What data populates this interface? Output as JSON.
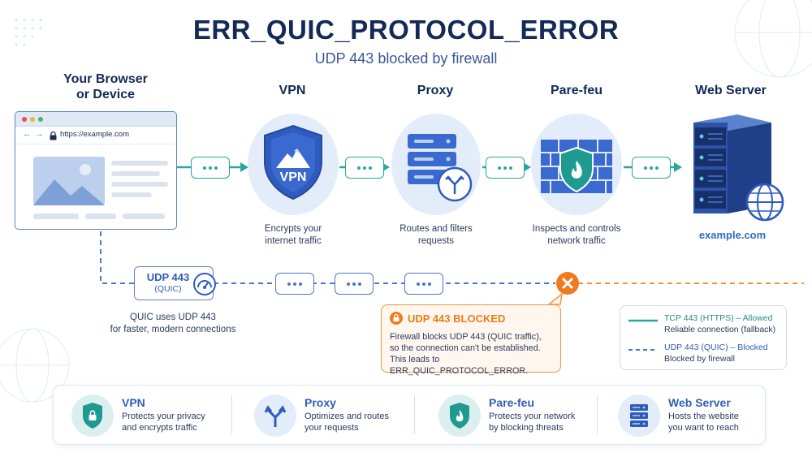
{
  "header": {
    "title": "ERR_QUIC_PROTOCOL_ERROR",
    "subtitle": "UDP 443 blocked by firewall"
  },
  "nodes": {
    "browser": {
      "title": "Your Browser or Device",
      "url": "https://example.com"
    },
    "vpn": {
      "title": "VPN",
      "badge": "VPN",
      "desc_line1": "Encrypts your",
      "desc_line2": "internet traffic"
    },
    "proxy": {
      "title": "Proxy",
      "desc_line1": "Routes and filters",
      "desc_line2": "requests"
    },
    "firewall": {
      "title": "Pare-feu",
      "desc_line1": "Inspects and controls",
      "desc_line2": "network traffic"
    },
    "server": {
      "title": "Web Server",
      "domain": "example.com"
    }
  },
  "quic_path": {
    "label_main": "UDP 443",
    "label_sub": "(QUIC)",
    "note_line1": "QUIC uses UDP 443",
    "note_line2": "for faster, modern connections"
  },
  "blocked": {
    "title": "UDP 443 BLOCKED",
    "line1": "Firewall blocks UDP 443 (QUIC traffic),",
    "line2": "so the connection can't be established.",
    "line3": "This leads to ERR_QUIC_PROTOCOL_ERROR."
  },
  "legend": {
    "tcp_label": "TCP 443 (HTTPS) – Allowed",
    "tcp_desc": "Reliable connection (fallback)",
    "udp_label": "UDP 443 (QUIC) – Blocked",
    "udp_desc": "Blocked by firewall"
  },
  "cards": [
    {
      "title": "VPN",
      "line1": "Protects your privacy",
      "line2": "and encrypts traffic",
      "icon": "shield-lock-icon"
    },
    {
      "title": "Proxy",
      "line1": "Optimizes and routes",
      "line2": "your requests",
      "icon": "split-arrows-icon"
    },
    {
      "title": "Pare-feu",
      "line1": "Protects your network",
      "line2": "by blocking threats",
      "icon": "shield-flame-icon"
    },
    {
      "title": "Web Server",
      "line1": "Hosts the website",
      "line2": "you want to reach",
      "icon": "server-icon"
    }
  ],
  "colors": {
    "allowed": "#2aa69c",
    "blocked_path": "#4a78c8",
    "blocked_alert": "#f0963a",
    "title": "#132a57"
  }
}
